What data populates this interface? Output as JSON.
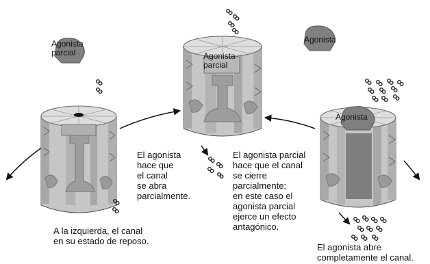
{
  "labels": {
    "partial_agonist_free": "Agonista\nparcial",
    "partial_agonist_bound": "Agonista\nparcial",
    "agonist_free": "Agonista",
    "agonist_bound": "Agonista",
    "left_caption": "A la izquierda, el canal\nen su estado de reposo.",
    "middle_left_caption": "El agonista\nhace que\nel canal\nse abra\nparcialmente.",
    "middle_right_caption": "El agonista parcial\nhace que el canal\nse cierre\nparcialmente;\nen este caso el\nagonista parcial\nejerce un efecto\nantagónico.",
    "right_caption": "El agonista abre\ncompletamente el canal."
  },
  "colors": {
    "channel_light": "#cfcfcf",
    "channel_dark": "#9a9a9a",
    "agonist_blob": "#808080",
    "text": "#111111"
  },
  "icons": [
    "ion-icon",
    "arrow-icon"
  ]
}
